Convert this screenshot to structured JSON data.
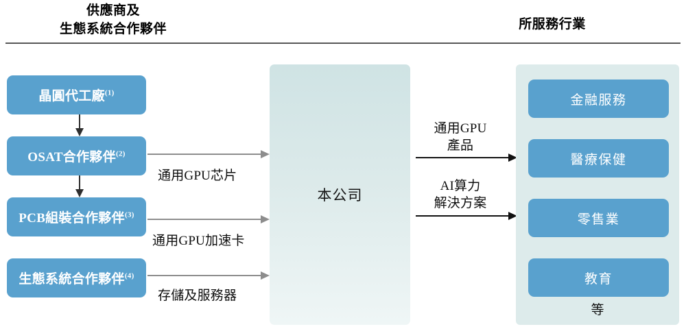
{
  "headers": {
    "left_line1": "供應商及",
    "left_line2": "生態系統合作夥伴",
    "right": "所服務行業"
  },
  "suppliers": [
    {
      "label": "晶圓代工廠",
      "note": "(1)"
    },
    {
      "label": "OSAT合作夥伴",
      "note": "(2)"
    },
    {
      "label": "PCB組裝合作夥伴",
      "note": "(3)"
    },
    {
      "label": "生態系統合作夥伴",
      "note": "(4)"
    }
  ],
  "inbound_flows": [
    {
      "label": "通用GPU芯片"
    },
    {
      "label": "通用GPU加速卡"
    },
    {
      "label": "存儲及服務器"
    }
  ],
  "company": {
    "label": "本公司"
  },
  "outbound_flows": [
    {
      "line1": "通用GPU",
      "line2": "產品"
    },
    {
      "line1": "AI算力",
      "line2": "解決方案"
    }
  ],
  "industries": [
    {
      "label": "金融服務"
    },
    {
      "label": "醫療保健"
    },
    {
      "label": "零售業"
    },
    {
      "label": "教育"
    }
  ],
  "industries_etc": "等",
  "colors": {
    "box_blue": "#59A1CE",
    "panel_teal": "#DDEBEB",
    "company_gradient_top": "#CFE3E4",
    "company_gradient_bottom": "#EFF6F6",
    "divider": "#565656",
    "arrow_gray": "#8D8D8D",
    "arrow_dark": "#111111"
  }
}
